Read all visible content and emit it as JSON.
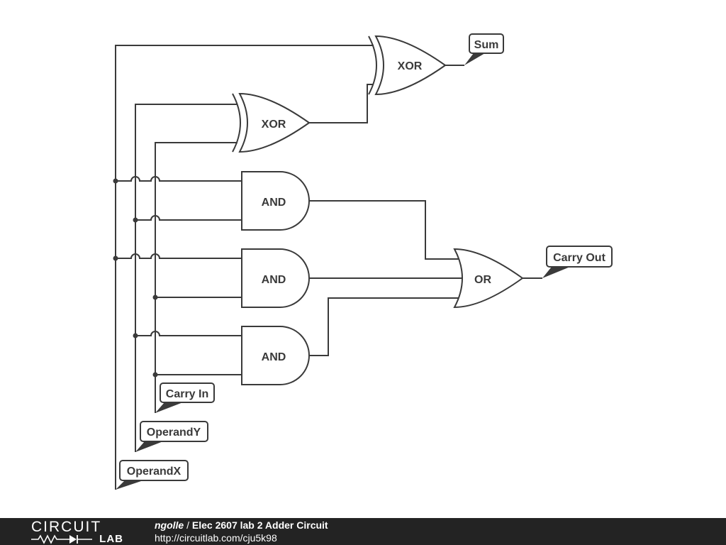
{
  "gates": {
    "xor_top": "XOR",
    "xor_mid": "XOR",
    "and_1": "AND",
    "and_2": "AND",
    "and_3": "AND",
    "or": "OR"
  },
  "labels": {
    "sum": "Sum",
    "carry_out": "Carry Out",
    "carry_in": "Carry In",
    "operand_y": "OperandY",
    "operand_x": "OperandX"
  },
  "footer": {
    "logo_top": "CIRCUIT",
    "logo_bottom": "LAB",
    "author": "ngolle",
    "separator": " / ",
    "title": "Elec 2607 lab 2 Adder Circuit",
    "url": "http://circuitlab.com/cju5k98"
  },
  "colors": {
    "stroke": "#3a3a3a",
    "footer_bg": "#232323"
  }
}
